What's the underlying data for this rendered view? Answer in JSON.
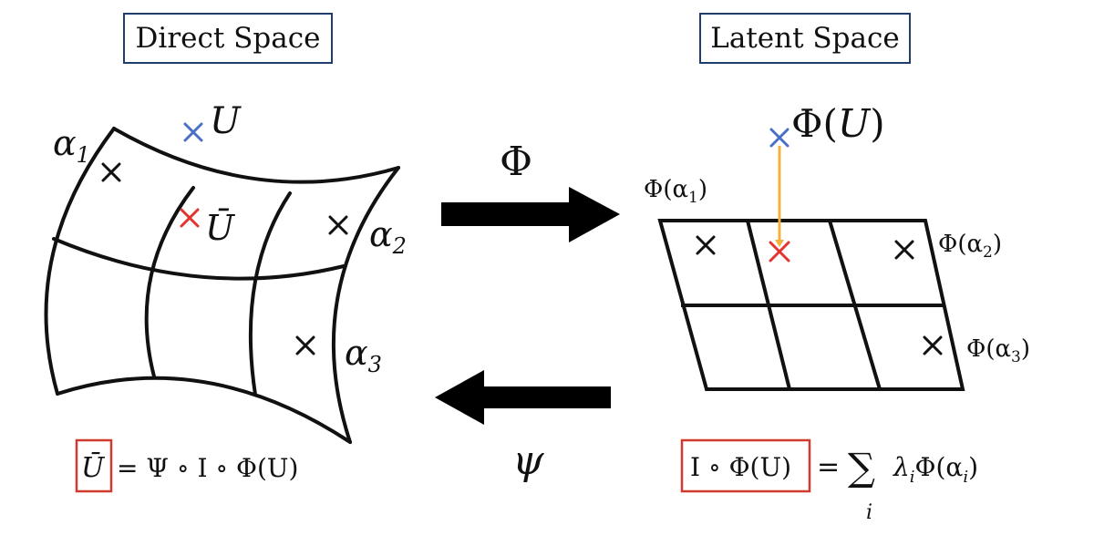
{
  "titles": {
    "direct": "Direct Space",
    "latent": "Latent Space"
  },
  "labels": {
    "alpha": "α",
    "sub1": "1",
    "sub2": "2",
    "sub3": "3",
    "U": "U",
    "Ubar": "Ū",
    "Phi": "Φ",
    "psi": "ψ",
    "PhiU": "Φ(U)",
    "PhiAlphaOpen": "Φ(α",
    "close": ")",
    "i": "i",
    "lambda": "λ"
  },
  "equations": {
    "left_rest": "= Ψ ∘ I ∘ Φ(U)",
    "right_boxed": "I ∘ Φ(U)",
    "right_eq": "=",
    "sum": "∑",
    "right_rest_a": "Φ(α"
  },
  "colors": {
    "blue_marker": "#4a6fc6",
    "red_marker": "#e3342f",
    "orange_line": "#f2b13a",
    "box_border_blue": "#1f3e6e",
    "box_border_red": "#d13a2e"
  }
}
